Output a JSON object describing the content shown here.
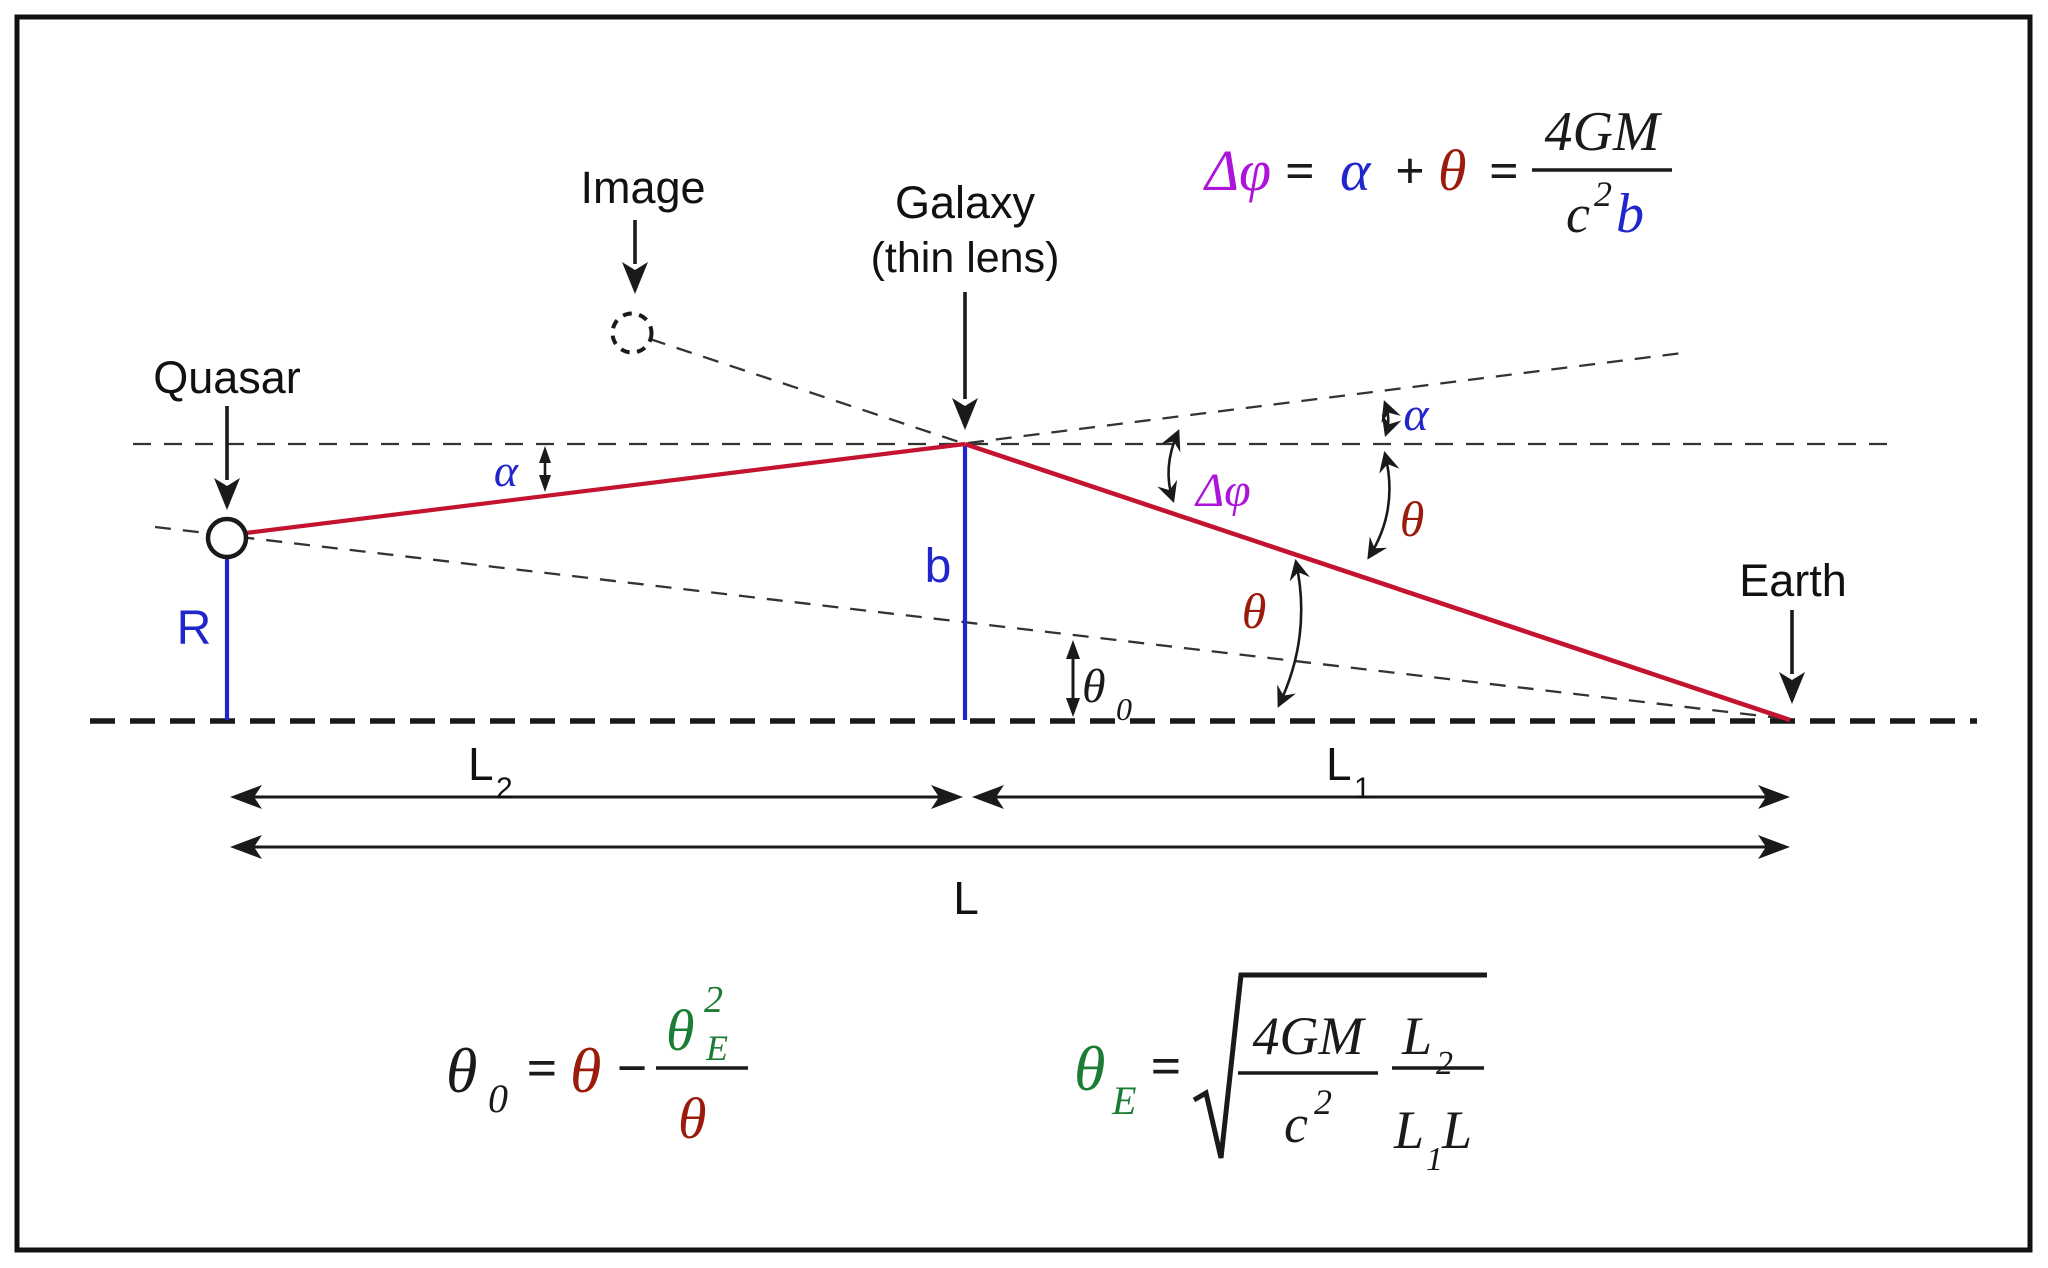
{
  "colors": {
    "ray_red": "#c41331",
    "blue": "#2126cc",
    "dark_red": "#9a1b0b",
    "purple": "#ae13da",
    "green": "#1b7c33",
    "ink": "#1a1a1a"
  },
  "labels": {
    "quasar": "Quasar",
    "image": "Image",
    "galaxy_line1": "Galaxy",
    "galaxy_line2": "(thin lens)",
    "earth": "Earth",
    "R": "R",
    "b": "b",
    "alpha_left": "α",
    "alpha_right": "α",
    "delta_phi": "Δφ",
    "theta_right": "θ",
    "theta_lower": "θ",
    "theta0_base": "θ",
    "theta0_sub": "0",
    "L2_base": "L",
    "L2_sub": "2",
    "L1_base": "L",
    "L1_sub": "1",
    "L_total": "L"
  },
  "equations": {
    "deflection": {
      "lhs": "Δφ",
      "eq1": "=",
      "alpha": "α",
      "plus": "+",
      "theta": "θ",
      "eq2": "=",
      "numerator": "4GM",
      "den_c": "c",
      "den_sup": "2",
      "den_b": "b"
    },
    "theta0": {
      "lhs_base": "θ",
      "lhs_sub": "0",
      "eq": "=",
      "theta": "θ",
      "minus": "−",
      "num_theta": "θ",
      "num_sup": "2",
      "num_sub": "E",
      "den_theta": "θ"
    },
    "thetaE": {
      "lhs_base": "θ",
      "lhs_sub": "E",
      "eq": "=",
      "f1_num": "4GM",
      "f1_den_c": "c",
      "f1_den_sup": "2",
      "f2_num_base": "L",
      "f2_num_sub": "2",
      "f2_den_base1": "L",
      "f2_den_sub": "1",
      "f2_den_base2": "L"
    }
  }
}
